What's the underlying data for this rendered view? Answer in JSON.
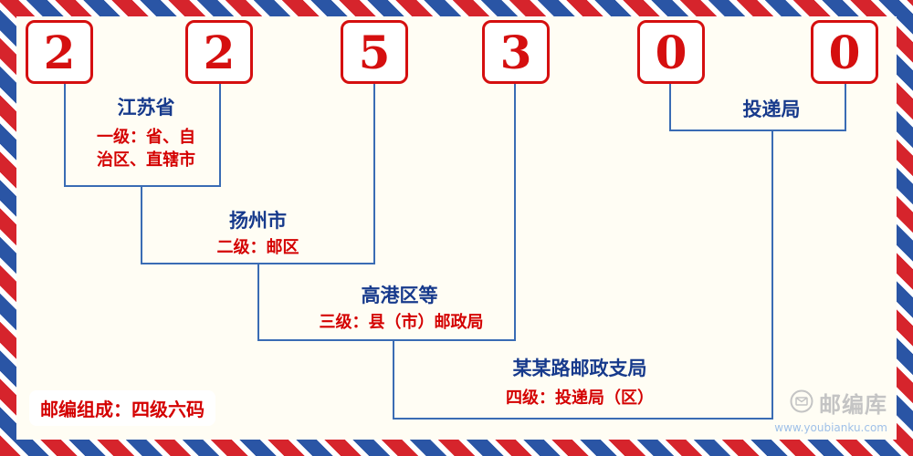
{
  "postal_code": {
    "digits": [
      "2",
      "2",
      "5",
      "3",
      "0",
      "0"
    ]
  },
  "levels": [
    {
      "name": "江苏省",
      "desc": "一级：省、自治区、直辖市"
    },
    {
      "name": "扬州市",
      "desc": "二级：邮区"
    },
    {
      "name": "高港区等",
      "desc": "三级：县（市）邮政局"
    },
    {
      "name": "某某路邮政支局",
      "desc": "四级：投递局（区）"
    },
    {
      "name": "投递局",
      "desc": ""
    }
  ],
  "footer": {
    "composition": "邮编组成：四级六码"
  },
  "brand": {
    "name": "邮编库",
    "url": "www.youbianku.com",
    "icon": "envelope-icon"
  },
  "colors": {
    "digit_red": "#d50f0f",
    "line_blue": "#3a6cb4",
    "place_navy": "#173a8c",
    "desc_red": "#d40000",
    "stripe_red": "#d6242c",
    "stripe_blue": "#2a55a5"
  }
}
